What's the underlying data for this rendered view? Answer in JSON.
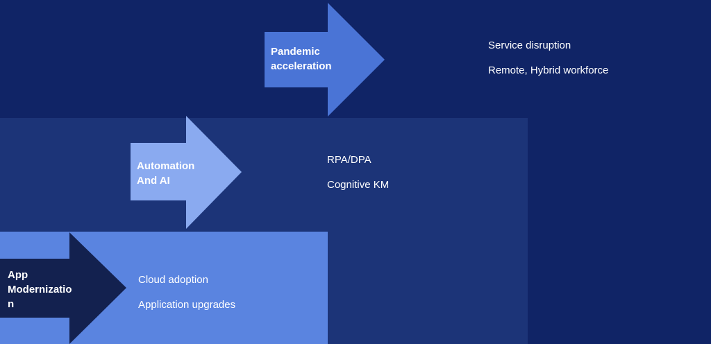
{
  "stages": [
    {
      "id": "pandemic",
      "arrow_label": "Pandemic\nacceleration",
      "items": [
        "Service disruption",
        "Remote, Hybrid workforce"
      ],
      "colors": {
        "arrow": "#4a74d6",
        "block": "#102466"
      }
    },
    {
      "id": "automation",
      "arrow_label": "Automation\nAnd AI",
      "items": [
        "RPA/DPA",
        "Cognitive KM"
      ],
      "colors": {
        "arrow": "#8aaaf0",
        "block": "#1c3478"
      }
    },
    {
      "id": "appmod",
      "arrow_label": "App\nModernizatio\nn",
      "items": [
        "Cloud adoption",
        "Application upgrades"
      ],
      "colors": {
        "arrow": "#13214f",
        "block": "#5a84e0"
      }
    }
  ]
}
